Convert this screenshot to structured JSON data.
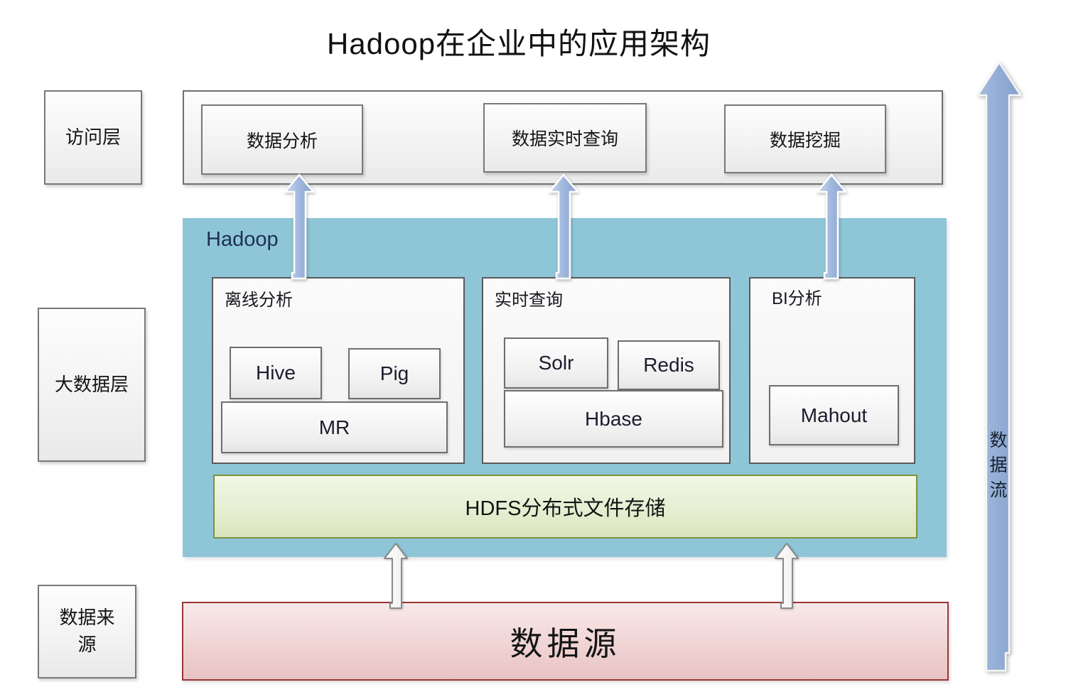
{
  "title": "Hadoop在企业中的应用架构",
  "layers": {
    "access": "访问层",
    "bigdata": "大数据层",
    "source": "数据来源"
  },
  "access_row": {
    "items": [
      {
        "label": "数据分析"
      },
      {
        "label": "数据实时查询"
      },
      {
        "label": "数据挖掘"
      }
    ]
  },
  "hadoop": {
    "label": "Hadoop",
    "offline": {
      "title": "离线分析",
      "hive": "Hive",
      "pig": "Pig",
      "mr": "MR"
    },
    "realtime": {
      "title": "实时查询",
      "solr": "Solr",
      "redis": "Redis",
      "hbase": "Hbase"
    },
    "bi": {
      "title": "BI分析",
      "mahout": "Mahout"
    },
    "hdfs": "HDFS分布式文件存储"
  },
  "datasource": "数据源",
  "dataflow": "数据流",
  "colors": {
    "hadoop_bg": "#8EC6D8",
    "hdfs_border": "#77933C",
    "source_border": "#953735",
    "arrow_blue": "#8FAAD2"
  }
}
